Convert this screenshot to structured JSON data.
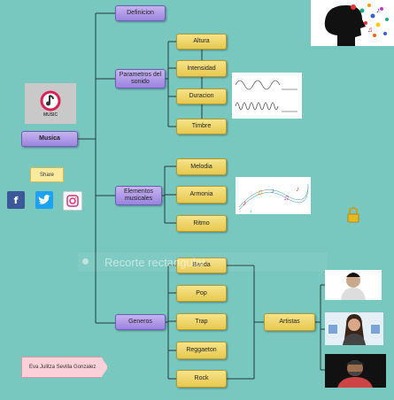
{
  "root": {
    "label": "Musica",
    "logo_text": "MUSIC"
  },
  "branches": [
    {
      "id": "definicion",
      "label": "Definicion"
    },
    {
      "id": "parametros",
      "label": "Parametros del sonido",
      "children": [
        "Altura",
        "Intensidad",
        "Duracion",
        "Timbre"
      ]
    },
    {
      "id": "elementos",
      "label": "Elementos musicales",
      "children": [
        "Melodia",
        "Armonia",
        "Ritmo"
      ]
    },
    {
      "id": "generos",
      "label": "Generos",
      "children": [
        "Banda",
        "Pop",
        "Trap",
        "Reggaeton",
        "Rock"
      ]
    }
  ],
  "artists_label": "Artistas",
  "share_label": "Share",
  "social_icons": [
    "facebook-icon",
    "twitter-icon",
    "instagram-icon"
  ],
  "author": "Eva Julitza Sevilla Gonzalez",
  "overlay_text": "Recorte rectangular",
  "colors": {
    "background": "#78c8c0",
    "purple": "#9b83df",
    "yellow": "#e7c84e",
    "line": "#1f3a3a"
  }
}
